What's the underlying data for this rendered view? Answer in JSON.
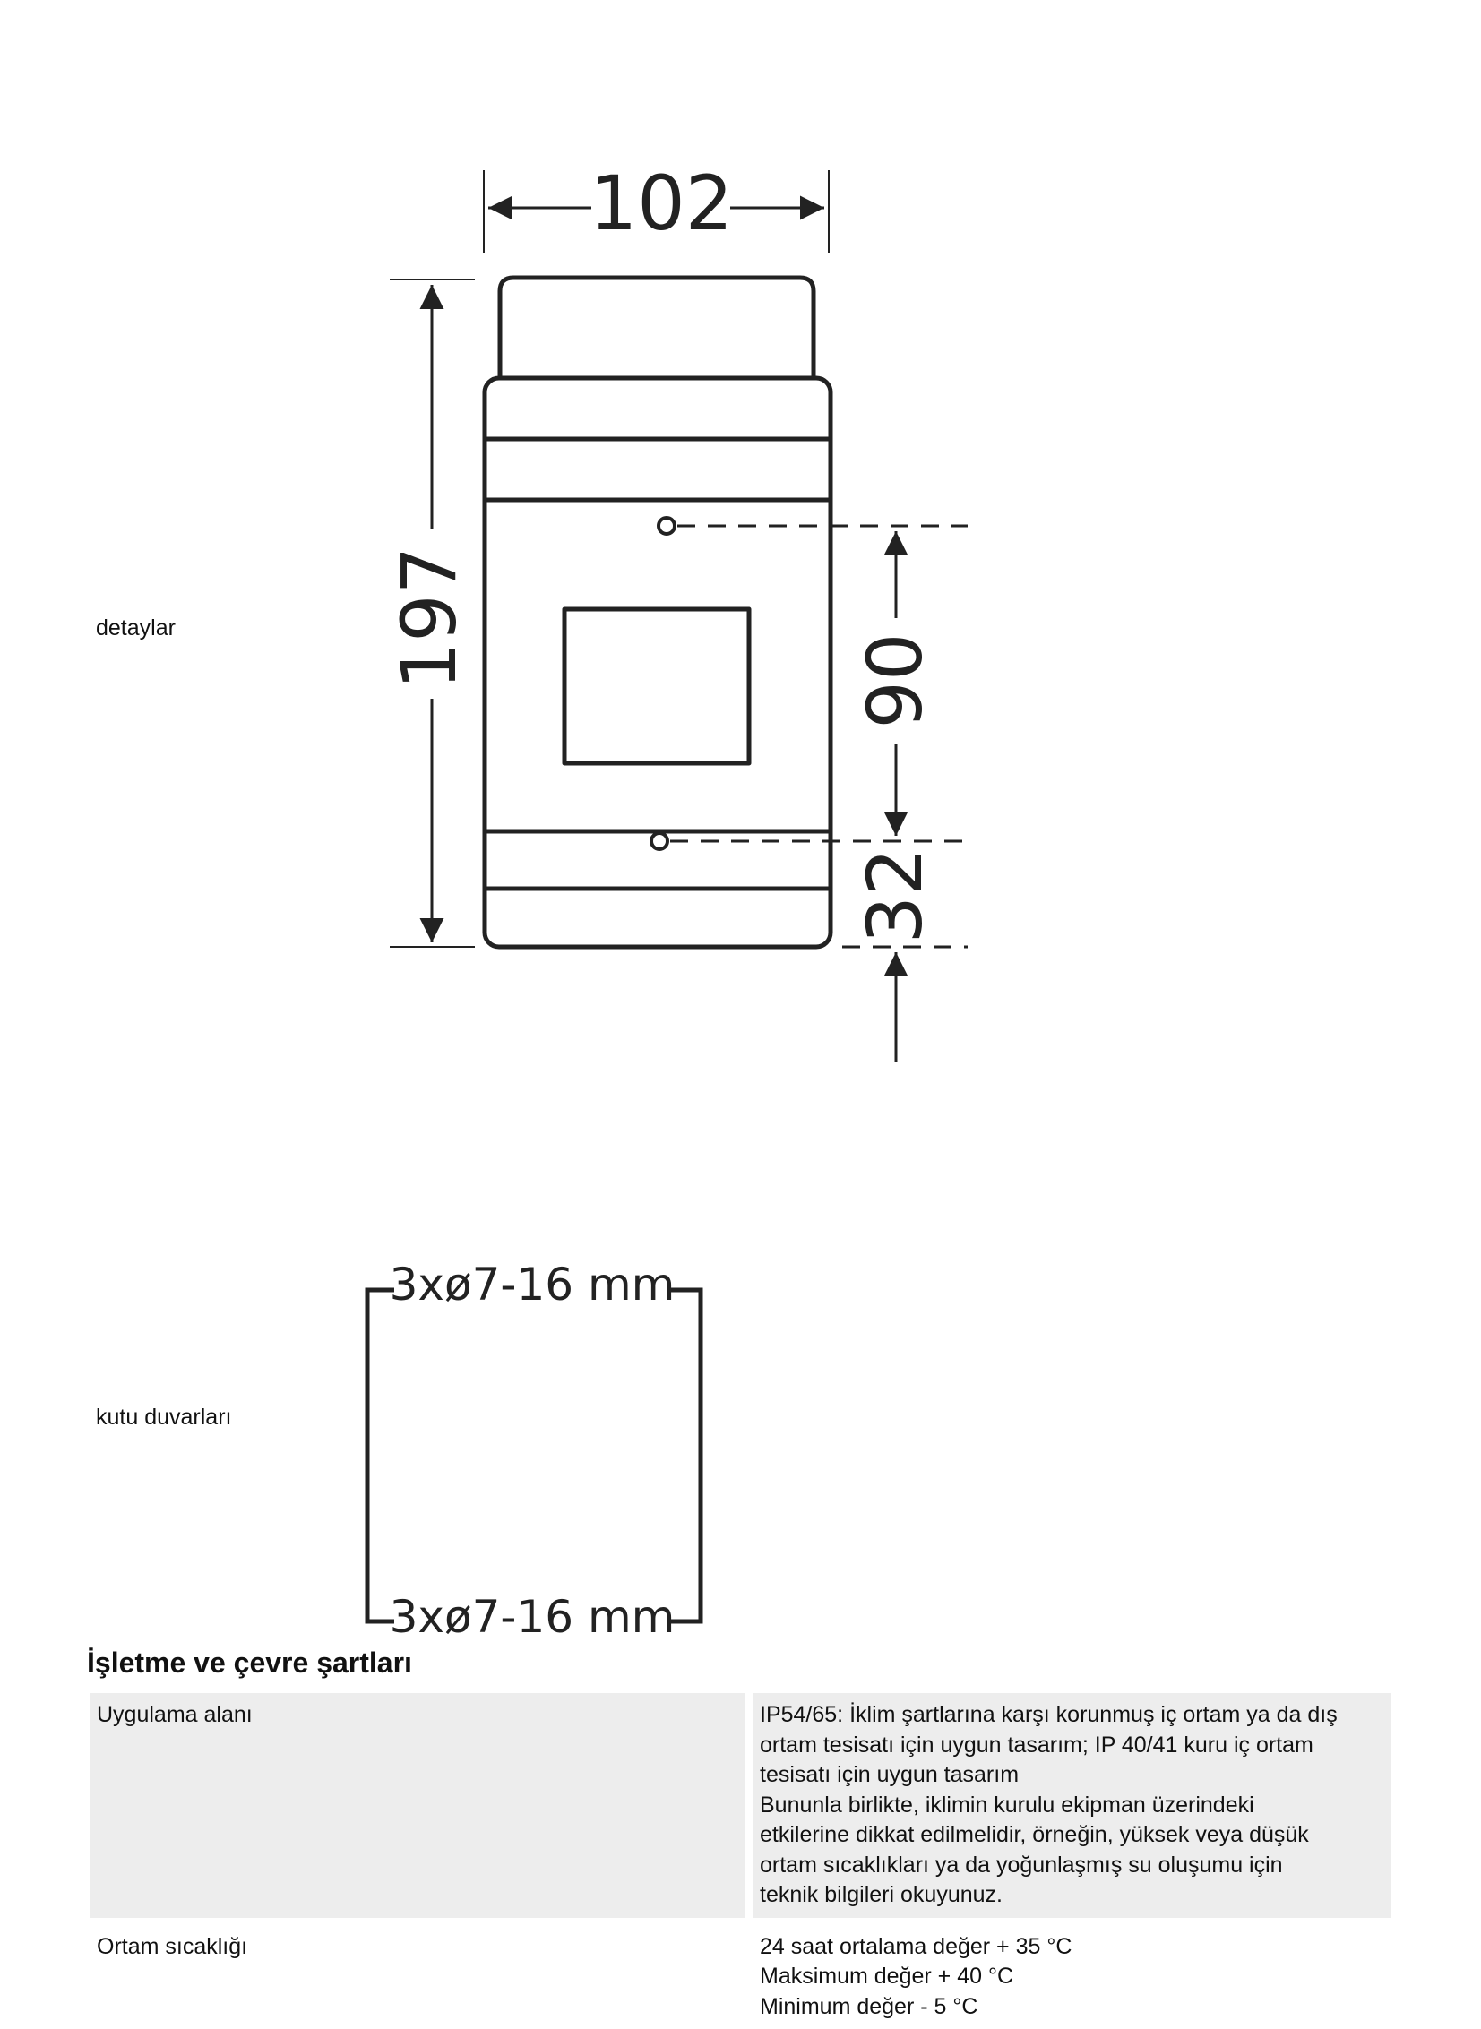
{
  "labels": {
    "details": "detaylar",
    "box_walls": "kutu duvarları"
  },
  "drawing1": {
    "dim_width": "102",
    "dim_height": "197",
    "dim_holes": "90",
    "dim_bottom": "32"
  },
  "drawing2": {
    "entry_top": "3xø7-16 mm",
    "entry_bottom": "3xø7-16 mm"
  },
  "section": {
    "title": "İşletme ve çevre şartları"
  },
  "table": {
    "rows": [
      {
        "key": "Uygulama alanı",
        "lines": [
          "IP54/65: İklim şartlarına karşı korunmuş iç ortam ya da dış",
          "ortam tesisatı için uygun tasarım; IP 40/41 kuru iç ortam",
          "tesisatı için uygun tasarım",
          "Bununla birlikte, iklimin kurulu ekipman üzerindeki",
          "etkilerine dikkat edilmelidir, örneğin, yüksek veya düşük",
          "ortam sıcaklıkları ya da yoğunlaşmış su oluşumu için",
          "teknik bilgileri okuyunuz."
        ]
      },
      {
        "key": "Ortam sıcaklığı",
        "lines": [
          "24 saat ortalama değer + 35 °C",
          "Maksimum değer + 40 °C",
          "Minimum değer - 5 °C"
        ]
      }
    ]
  }
}
